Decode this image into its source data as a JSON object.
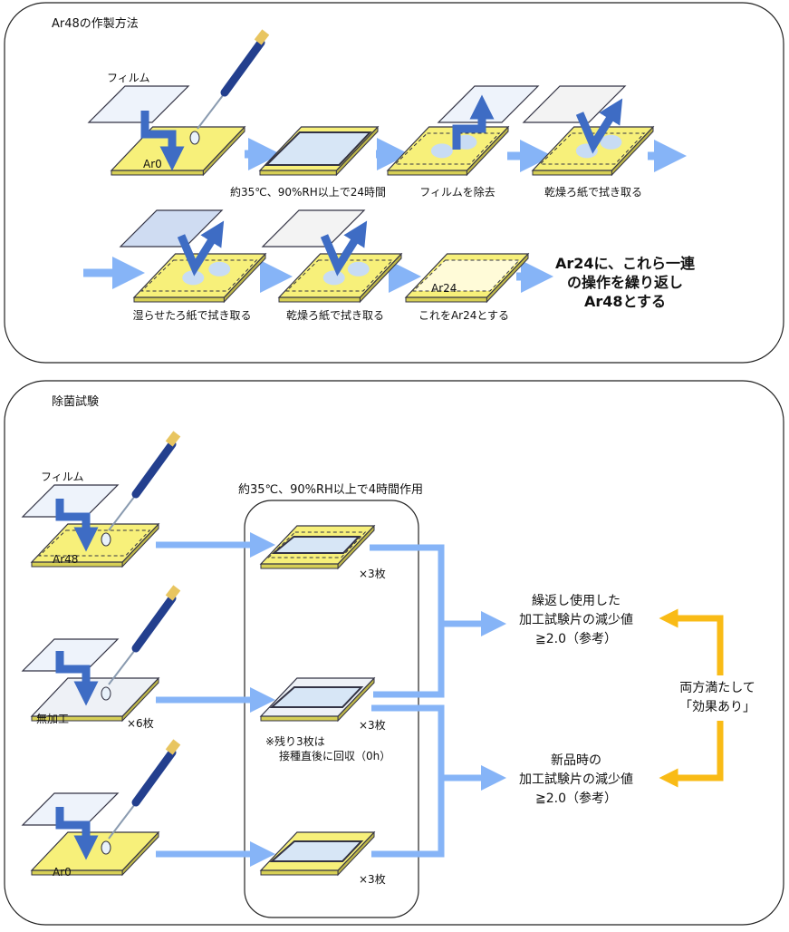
{
  "section1": {
    "title": "Ar48の作製方法",
    "film_label": "フィルム",
    "plate_label": "Ar0",
    "ar24_label": "Ar24",
    "captions": [
      "約35℃、90%RH以上で24時間",
      "フィルムを除去",
      "乾燥ろ紙で拭き取る",
      "湿らせたろ紙で拭き取る",
      "乾燥ろ紙で拭き取る",
      "これをAr24とする"
    ],
    "summary": [
      "Ar24に、これら一連",
      "の操作を繰り返し",
      "Ar48とする"
    ]
  },
  "section2": {
    "title": "除菌試験",
    "condition": "約35℃、90%RH以上で4時間作用",
    "film_label": "フィルム",
    "plate_ar48": "Ar48",
    "plate_untreated": "無加工",
    "untreated_count": "×6枚",
    "plate_ar0": "Ar0",
    "count": "×3枚",
    "note": [
      "※残り3枚は",
      "接種直後に回収（0h）"
    ],
    "result_repeated": [
      "繰返し使用した",
      "加工試験片の減少値",
      "≧2.0（参考）"
    ],
    "result_new": [
      "新品時の",
      "加工試験片の減少値",
      "≧2.0（参考）"
    ],
    "conclusion": [
      "両方満たして",
      "「効果あり」"
    ]
  },
  "colors": {
    "plate": "#f7f07a",
    "flow_arrow": "#86b4f7",
    "action_arrow": "#3e6cc4",
    "judge_arrow": "#f9bb16",
    "pipette": "#233f8e"
  }
}
